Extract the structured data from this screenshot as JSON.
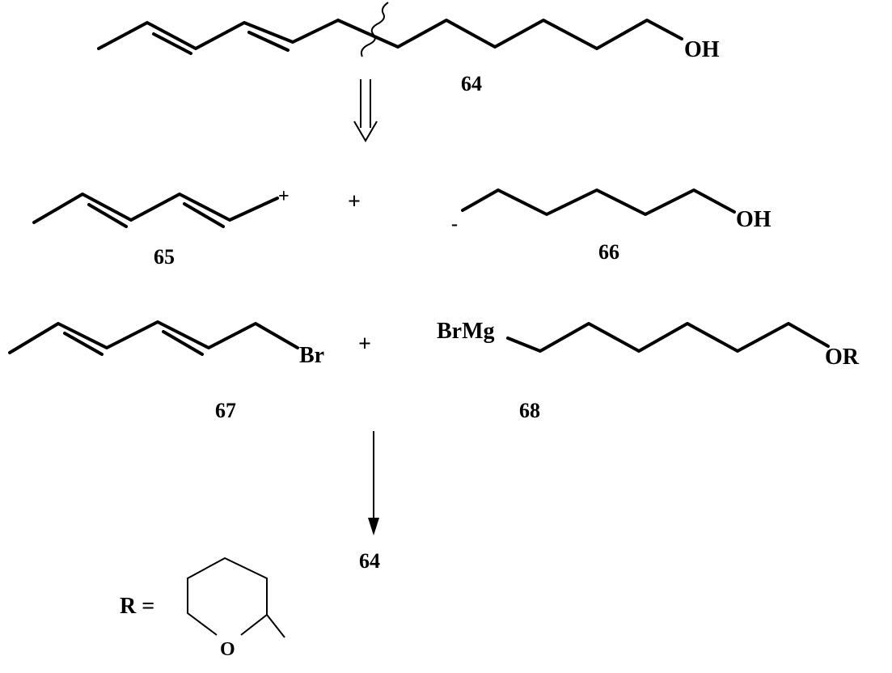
{
  "structure_64": {
    "oh": "OH",
    "number": "64"
  },
  "structure_65": {
    "charge": "+",
    "number": "65"
  },
  "plus_1": "+",
  "structure_66": {
    "charge": "-",
    "oh": "OH",
    "number": "66"
  },
  "structure_67": {
    "br": "Br",
    "number": "67"
  },
  "plus_2": "+",
  "structure_68": {
    "brmg": "BrMg",
    "or": "OR",
    "number": "68"
  },
  "product": {
    "number": "64"
  },
  "r_group": {
    "label": "R =",
    "oxygen": "O"
  }
}
